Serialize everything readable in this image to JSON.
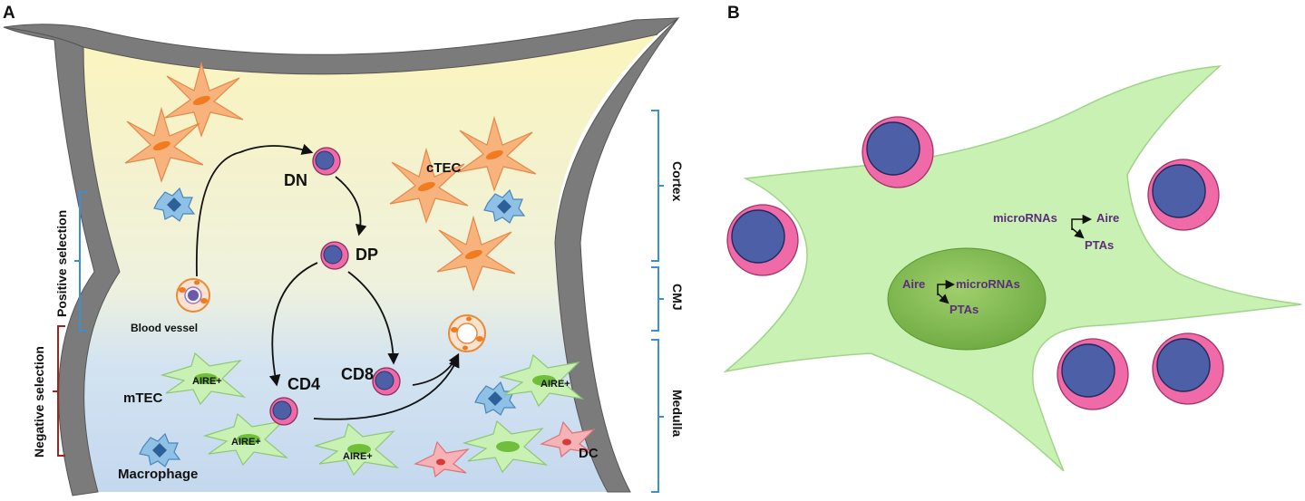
{
  "panel_a": {
    "label": "A",
    "stages": {
      "dn": "DN",
      "dp": "DP",
      "cd4": "CD4",
      "cd8": "CD8"
    },
    "cells": {
      "ctec": "cTEC",
      "mtec": "mTEC",
      "macrophage": "Macrophage",
      "dc": "DC",
      "blood_vessel": "Blood vessel",
      "aire_plus": [
        "AIRE+",
        "AIRE+",
        "AIRE+",
        "AIRE+"
      ]
    },
    "selection": {
      "positive": "Positive selection",
      "negative": "Negative selection"
    },
    "zones": {
      "cortex": "Cortex",
      "cmj": "CMJ",
      "medulla": "Medulla"
    }
  },
  "panel_b": {
    "label": "B",
    "cytoplasm": {
      "source": "microRNAs",
      "target_1": "Aire",
      "target_2": "PTAs"
    },
    "nucleus": {
      "source": "Aire",
      "target_1": "microRNAs",
      "target_2": "PTAs"
    }
  },
  "colors": {
    "capsule": "#7b7b7b",
    "cortex": "#fbf6c6",
    "medulla": "#c9dcf0",
    "tec": "#f8b27c",
    "mtec": "#c9f1b4",
    "thymocyte_outer": "#f06aa8",
    "thymocyte_nucleus": "#4d5fa6",
    "macrophage": "#7fb1d9",
    "dc": "#f4a3a6",
    "bracket_blue": "#3d8fd0",
    "bracket_red": "#a32121",
    "text_purple": "#5b2e79"
  }
}
